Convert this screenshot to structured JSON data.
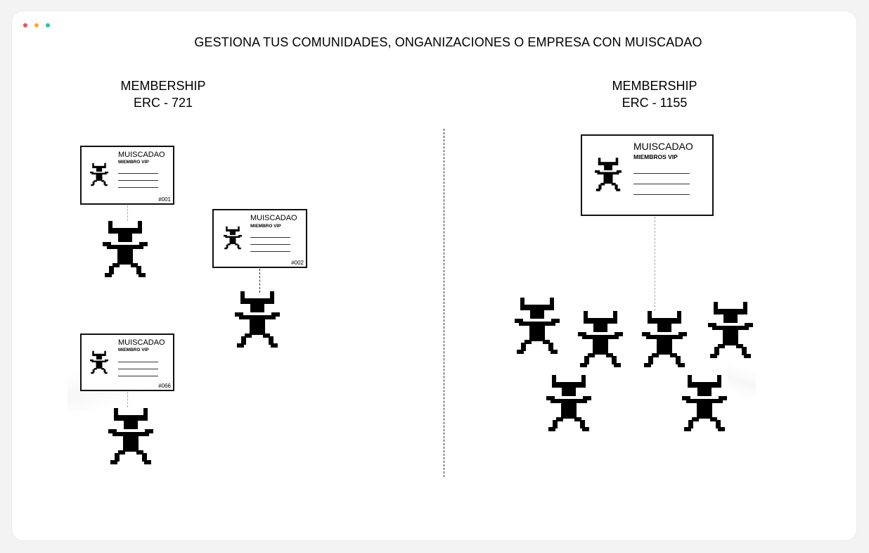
{
  "window": {
    "dots": [
      "#ef5350",
      "#ffa726",
      "#26c6a6"
    ]
  },
  "header": {
    "title": "GESTIONA TUS COMUNIDADES, ONGANIZACIONES O EMPRESA CON MUISCADAO"
  },
  "left": {
    "heading_line1": "MEMBERSHIP",
    "heading_line2": "ERC - 721",
    "cards": [
      {
        "brand": "MUISCADAO",
        "tier": "MIEMBRO VIP",
        "number": "#001"
      },
      {
        "brand": "MUISCADAO",
        "tier": "MIEMBRO VIP",
        "number": "#002"
      },
      {
        "brand": "MUISCADAO",
        "tier": "MIEMBRO VIP",
        "number": "#066"
      }
    ]
  },
  "right": {
    "heading_line1": "MEMBERSHIP",
    "heading_line2": "ERC - 1155",
    "card": {
      "brand": "MUISCADAO",
      "tier": "MIEMBROS VIP"
    }
  },
  "icons": {
    "member": "ant-member-icon"
  }
}
